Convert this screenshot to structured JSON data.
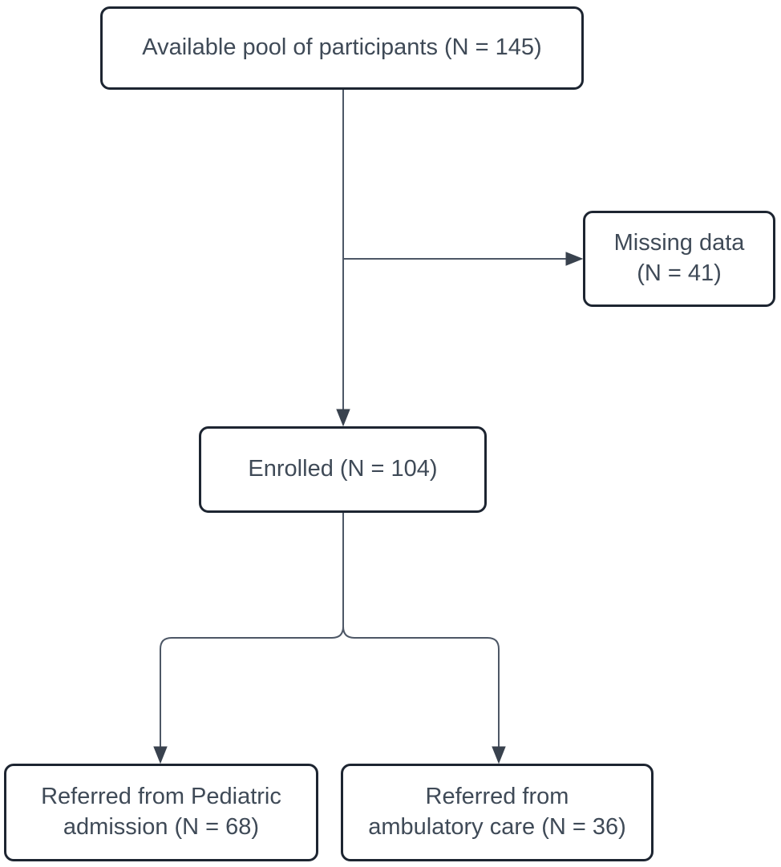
{
  "flowchart": {
    "nodes": {
      "available_pool": {
        "label": "Available pool of participants (N = 145)",
        "n": 145
      },
      "missing_data": {
        "label": "Missing data\n(N = 41)",
        "n": 41
      },
      "enrolled": {
        "label": "Enrolled (N = 104)",
        "n": 104
      },
      "pediatric": {
        "label": "Referred from Pediatric\nadmission (N = 68)",
        "n": 68
      },
      "ambulatory": {
        "label": "Referred from\nambulatory care (N = 36)",
        "n": 36
      }
    },
    "edges": [
      {
        "from": "available_pool",
        "to": "enrolled"
      },
      {
        "from": "available_pool",
        "to": "missing_data"
      },
      {
        "from": "enrolled",
        "to": "pediatric"
      },
      {
        "from": "enrolled",
        "to": "ambulatory"
      }
    ],
    "colors": {
      "node_border": "#1d2531",
      "node_fill": "#ffffff",
      "text": "#3f4a57",
      "connector": "#4d5766",
      "arrowhead": "#39424e",
      "background": "#ffffff"
    }
  }
}
